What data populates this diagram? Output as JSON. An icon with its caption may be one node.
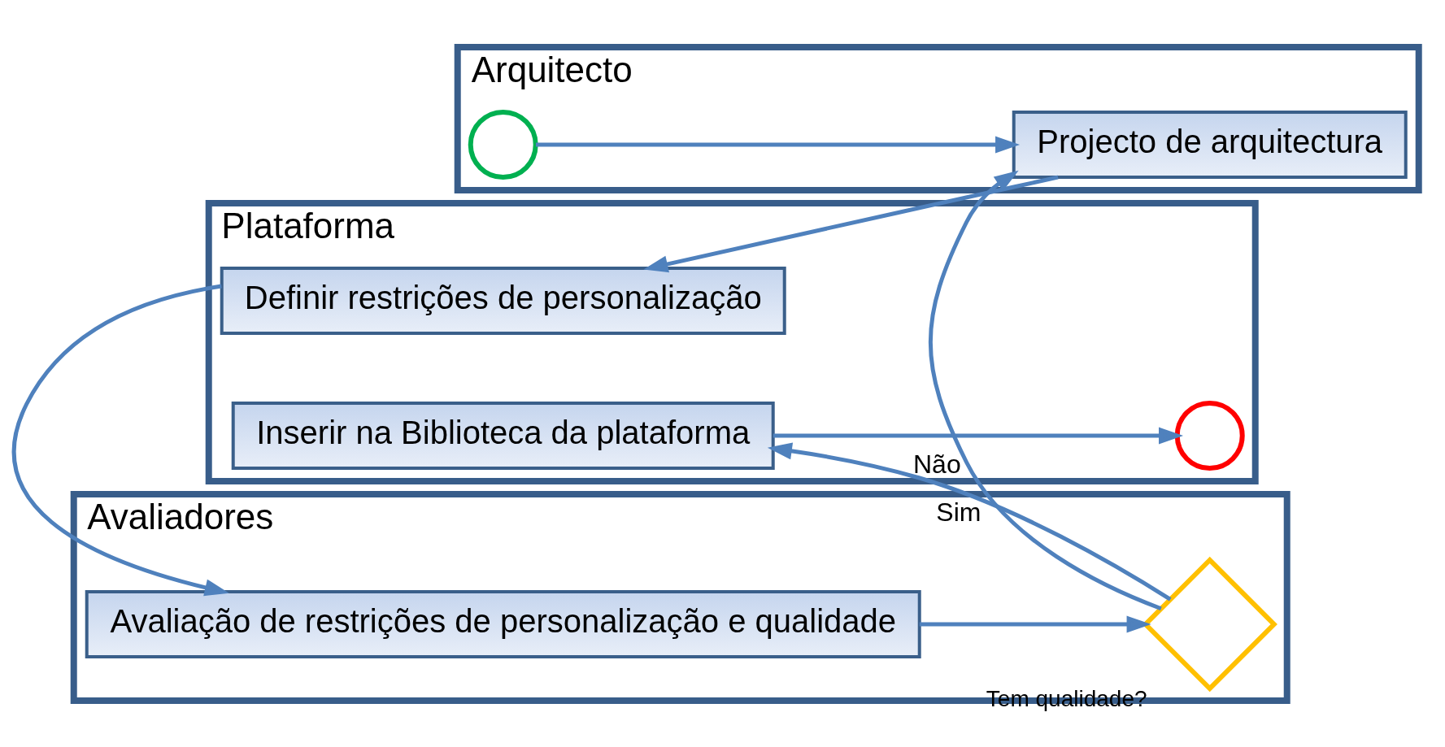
{
  "diagram": {
    "nodes": [
      {
        "text": [
          "Arquitecto"
        ]
      },
      {
        "text": [],
        "shape": "circle",
        "in": 0
      },
      {
        "text": [
          "Projecto de arquitectura"
        ],
        "in": 0
      },
      {
        "text": [
          "Plataforma"
        ]
      },
      {
        "text": [
          "Definir restrições de personalização"
        ],
        "in": 3
      },
      {
        "text": [
          "Inserir na Biblioteca da plataforma"
        ],
        "in": 3
      },
      {
        "text": [],
        "shape": "circle",
        "in": 3
      },
      {
        "text": [
          "Avaliadores"
        ]
      },
      {
        "text": [
          "Avaliação de restrições de personalização e qualidade"
        ],
        "in": 7
      },
      {
        "text": [],
        "shape": "diamond",
        "in": 7,
        "beside": [
          "Tem qualidade?"
        ]
      }
    ],
    "edges": [
      {
        "from": 1,
        "to": 2,
        "arrow": "to"
      },
      {
        "from": 2,
        "to": 4,
        "arrow": "to"
      },
      {
        "from": 4,
        "to": 8,
        "arrow": "to"
      },
      {
        "from": 8,
        "to": 9,
        "arrow": "to"
      },
      {
        "from": 9,
        "to": 2,
        "arrow": "to",
        "label": "Não"
      },
      {
        "from": 9,
        "to": 5,
        "arrow": "to",
        "label": "Sim"
      },
      {
        "from": 5,
        "to": 6,
        "arrow": "to"
      }
    ]
  }
}
